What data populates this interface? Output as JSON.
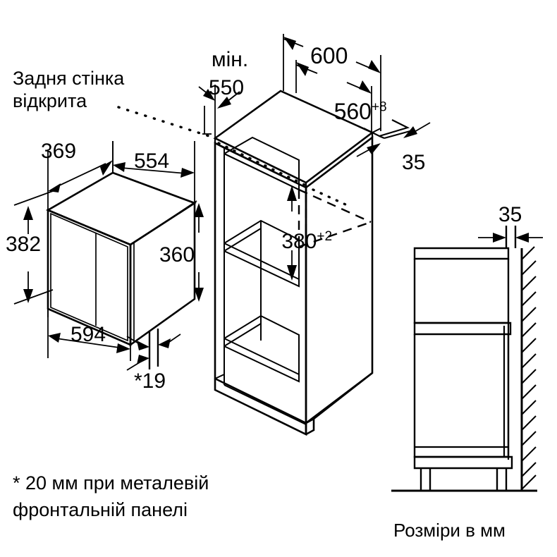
{
  "meta": {
    "title": "Built-in microwave oven installation dimension drawing",
    "units_caption": "Розміри в мм",
    "language": "uk",
    "stroke_color": "#000000",
    "background_color": "#ffffff"
  },
  "annotations": {
    "back_wall_note_line1": "Задня стінка",
    "back_wall_note_line2": "відкрита",
    "footnote_line1": "* 20 мм при металевій",
    "footnote_line2": "фронтальній панелі",
    "units_caption": "Розміри в мм"
  },
  "views": [
    {
      "name": "appliance-isometric",
      "description": "Microwave oven body shown in isometric projection, left of drawing"
    },
    {
      "name": "cabinet-niche-isometric",
      "description": "Tall kitchen cabinet with installation niche, centre of drawing"
    },
    {
      "name": "cabinet-side-section",
      "description": "Side section of cabinet against hatched wall, bottom right of drawing"
    }
  ],
  "dimensions": {
    "appliance": {
      "depth": "369",
      "width_top": "554",
      "height_total": "382",
      "height_body": "360",
      "width_front": "594",
      "front_panel_thickness": "*19"
    },
    "niche": {
      "min_depth_label": "мін.",
      "min_depth_value": "550",
      "cabinet_outer_width": "600",
      "niche_width": "560",
      "niche_width_tolerance": "+8",
      "niche_height": "380",
      "niche_height_tolerance": "+2",
      "rear_gap": "35"
    },
    "side_section": {
      "wall_gap": "35"
    }
  },
  "dimension_labels": [
    {
      "id": "min-550-label",
      "text": "мін."
    },
    {
      "id": "min-550-value",
      "text": "550"
    },
    {
      "id": "dim-600",
      "text": "600"
    },
    {
      "id": "dim-560",
      "text": "560",
      "tolerance": "+8"
    },
    {
      "id": "dim-35-top",
      "text": "35"
    },
    {
      "id": "dim-369",
      "text": "369"
    },
    {
      "id": "dim-554",
      "text": "554"
    },
    {
      "id": "dim-382",
      "text": "382"
    },
    {
      "id": "dim-360",
      "text": "360"
    },
    {
      "id": "dim-380",
      "text": "380",
      "tolerance": "+2"
    },
    {
      "id": "dim-594",
      "text": "594"
    },
    {
      "id": "dim-19",
      "text": "*19"
    },
    {
      "id": "dim-35-side",
      "text": "35"
    }
  ]
}
